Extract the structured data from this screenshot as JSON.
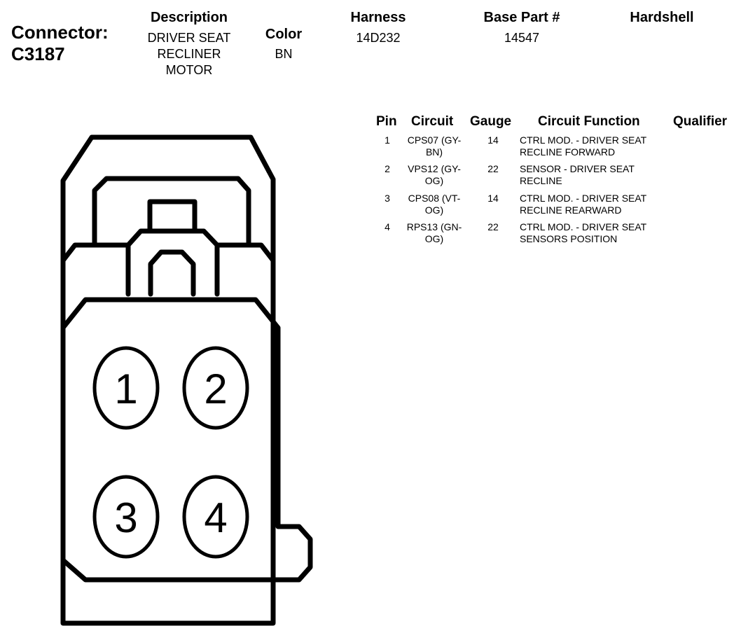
{
  "connector": {
    "label": "Connector:",
    "id": "C3187"
  },
  "header": {
    "description_label": "Description",
    "description_lines": [
      "DRIVER SEAT",
      "RECLINER",
      "MOTOR"
    ],
    "color_label": "Color",
    "color_value": "BN",
    "harness_label": "Harness",
    "harness_value": "14D232",
    "base_part_label": "Base Part #",
    "base_part_value": "14547",
    "hardshell_label": "Hardshell"
  },
  "pin_table": {
    "columns": [
      "Pin",
      "Circuit",
      "Gauge",
      "Circuit Function",
      "Qualifier"
    ],
    "rows": [
      {
        "pin": "1",
        "circuit": [
          "CPS07 (GY-",
          "BN)"
        ],
        "gauge": "14",
        "function": [
          "CTRL MOD. - DRIVER SEAT",
          "RECLINE FORWARD"
        ],
        "qualifier": ""
      },
      {
        "pin": "2",
        "circuit": [
          "VPS12 (GY-",
          "OG)"
        ],
        "gauge": "22",
        "function": [
          "SENSOR - DRIVER SEAT",
          "RECLINE"
        ],
        "qualifier": ""
      },
      {
        "pin": "3",
        "circuit": [
          "CPS08 (VT-",
          "OG)"
        ],
        "gauge": "14",
        "function": [
          "CTRL MOD. - DRIVER SEAT",
          "RECLINE REARWARD"
        ],
        "qualifier": ""
      },
      {
        "pin": "4",
        "circuit": [
          "RPS13 (GN-",
          "OG)"
        ],
        "gauge": "22",
        "function": [
          "CTRL MOD. - DRIVER SEAT",
          "SENSORS POSITION"
        ],
        "qualifier": ""
      }
    ]
  },
  "diagram": {
    "pin_labels": [
      "1",
      "2",
      "3",
      "4"
    ]
  }
}
